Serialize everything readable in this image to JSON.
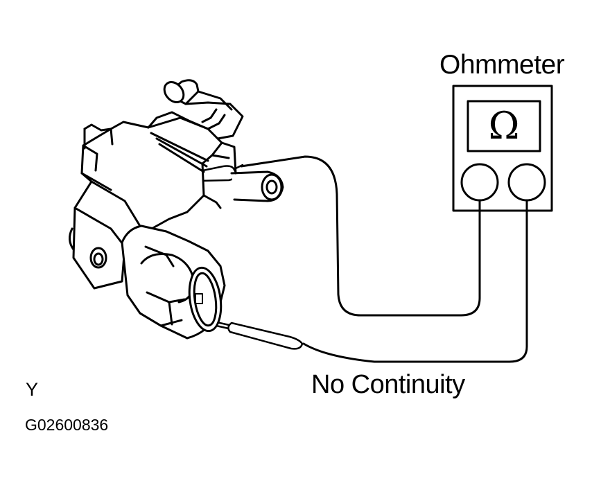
{
  "labels": {
    "meter": "Ohmmeter",
    "result": "No Continuity",
    "view_code": "Y",
    "figure_id": "G02600836"
  },
  "meter": {
    "symbol": "Ω",
    "symbol_icon": "omega-icon"
  },
  "colors": {
    "ink": "#000000",
    "paper": "#ffffff"
  }
}
